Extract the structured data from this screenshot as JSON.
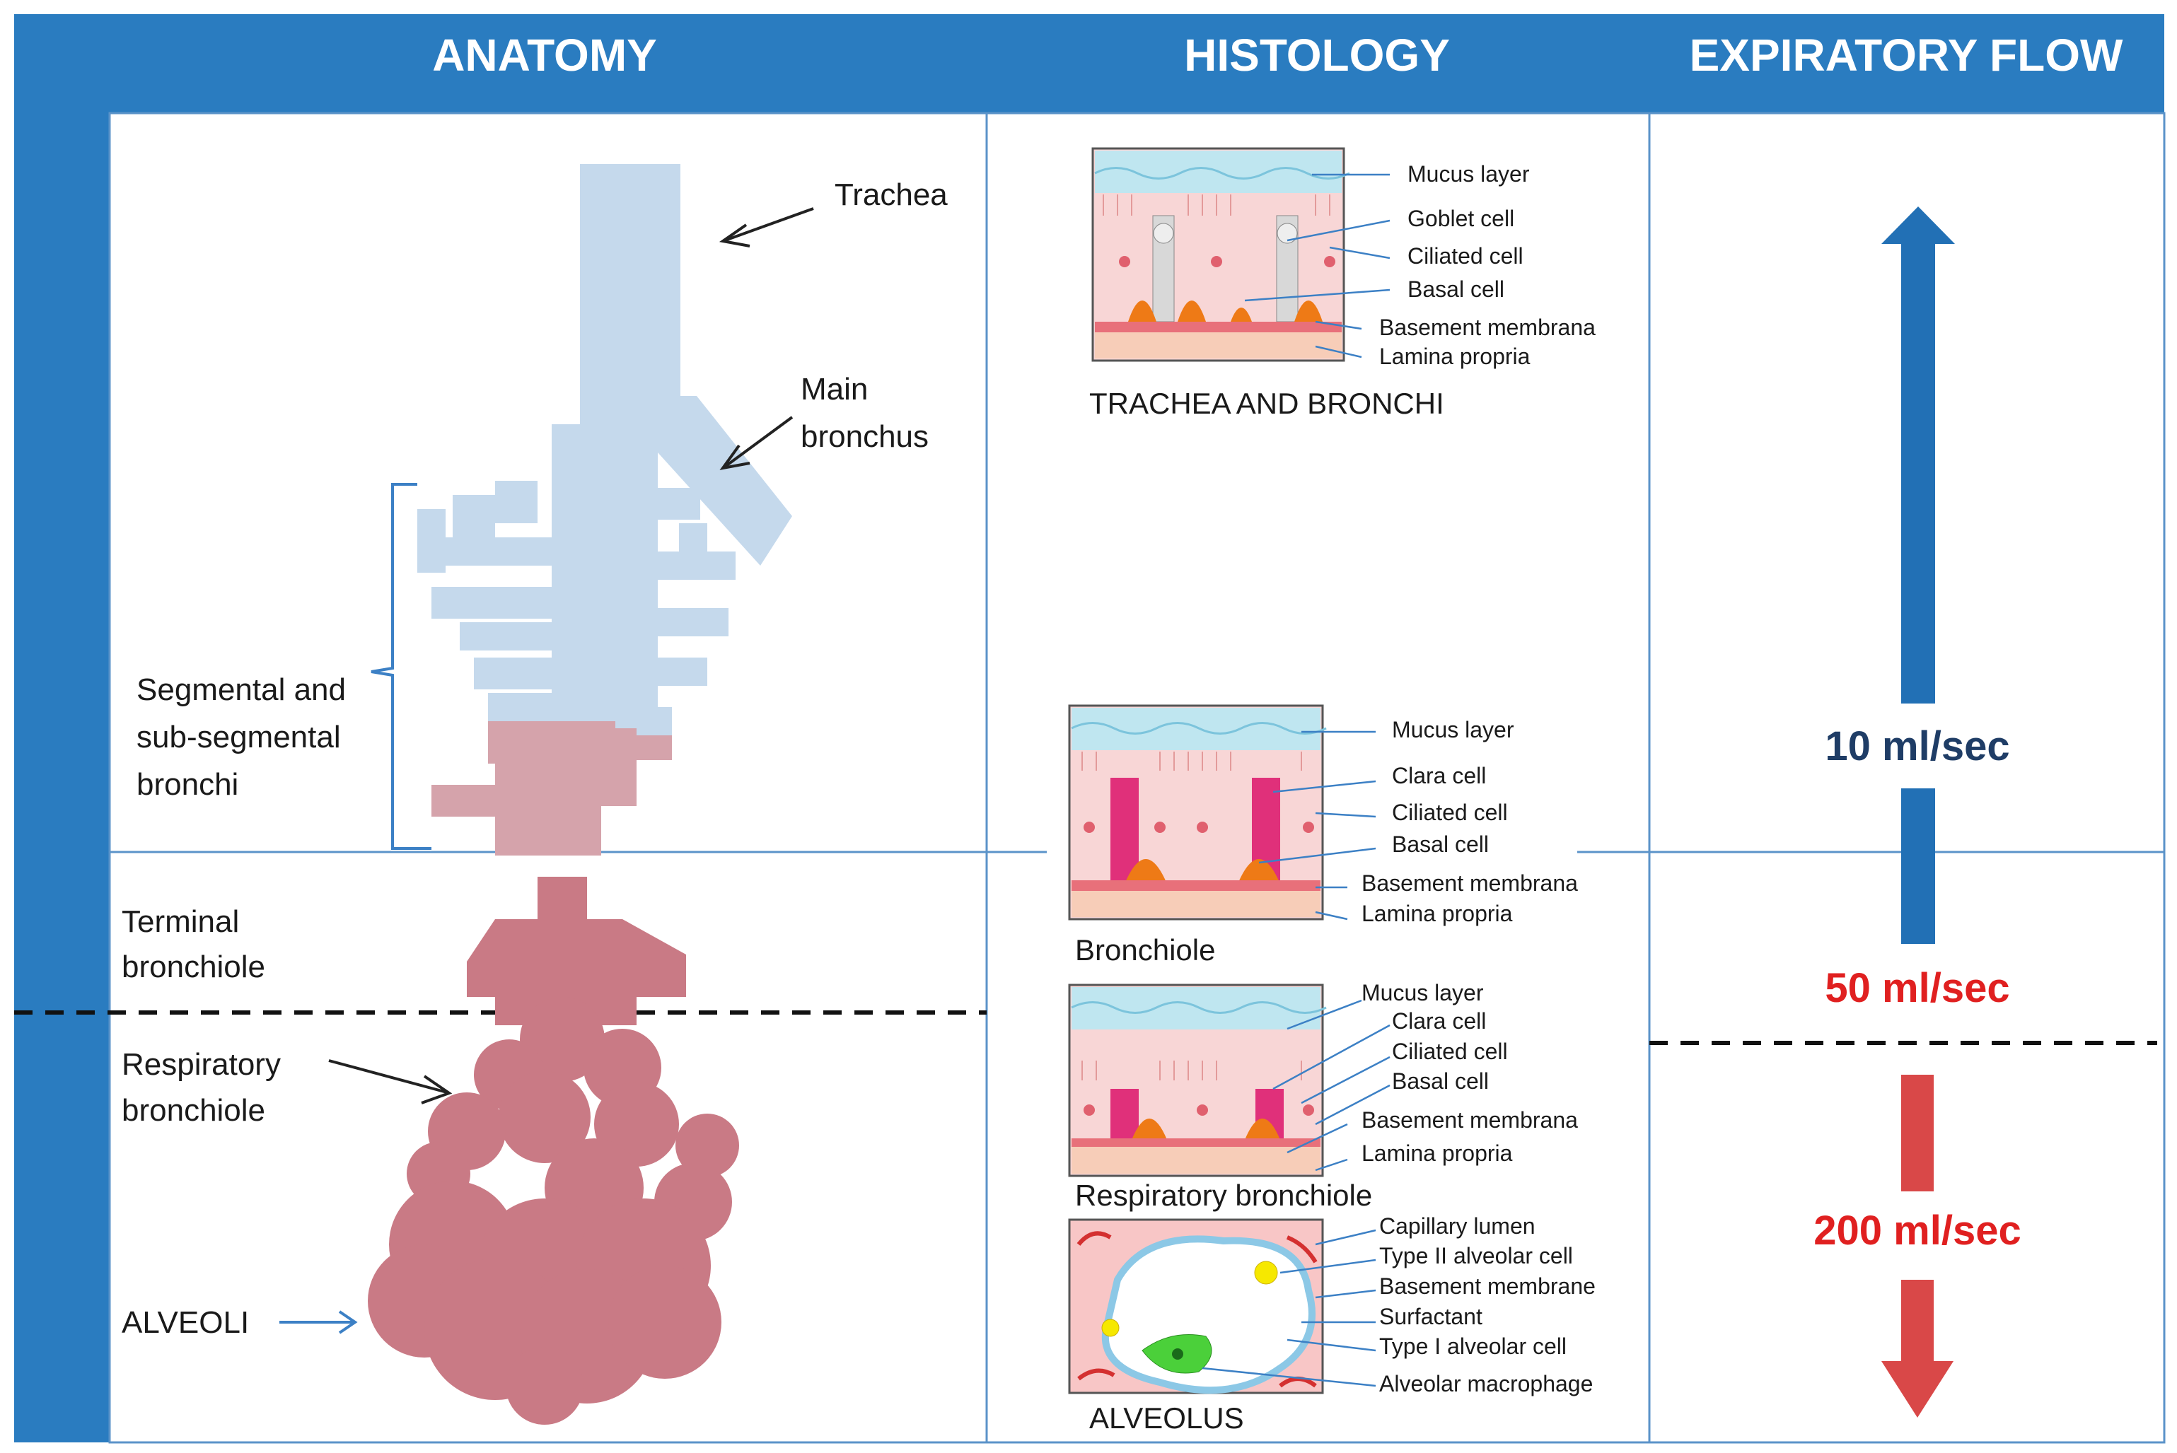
{
  "headers": {
    "anatomy": "ANATOMY",
    "histology": "HISTOLOGY",
    "flow": "EXPIRATORY FLOW"
  },
  "anatomy": {
    "trachea": "Trachea",
    "main_bronchus_1": "Main",
    "main_bronchus_2": "bronchus",
    "segmental_1": "Segmental and",
    "segmental_2": "sub-segmental",
    "segmental_3": "bronchi",
    "terminal_1": "Terminal",
    "terminal_2": "bronchiole",
    "respiratory_1": "Respiratory",
    "respiratory_2": "bronchiole",
    "alveoli": "ALVEOLI"
  },
  "histology": {
    "trachea": {
      "title": "TRACHEA AND BRONCHI",
      "labels": [
        "Mucus layer",
        "Goblet cell",
        "Ciliated cell",
        "Basal cell",
        "Basement membrana",
        "Lamina propria"
      ]
    },
    "bronchiole": {
      "title": "Bronchiole",
      "labels": [
        "Mucus layer",
        "Clara cell",
        "Ciliated cell",
        "Basal cell",
        "Basement membrana",
        "Lamina propria"
      ]
    },
    "respiratory": {
      "title": "Respiratory bronchiole",
      "labels": [
        "Mucus layer",
        "Clara cell",
        "Ciliated cell",
        "Basal cell",
        "Basement membrana",
        "Lamina propria"
      ]
    },
    "alveolus": {
      "title": "ALVEOLUS",
      "labels": [
        "Capillary lumen",
        "Type II alveolar cell",
        "Basement membrane",
        "Surfactant",
        "Type I alveolar cell",
        "Alveolar macrophage"
      ]
    }
  },
  "flow": {
    "top": "10 ml/sec",
    "mid": "50 ml/sec",
    "bottom": "200 ml/sec"
  },
  "colors": {
    "header_blue": "#2a7cc0",
    "airway_light": "#c5d9ec",
    "airway_pink": "#c97a85",
    "flow_blue": "#2270b5",
    "flow_red": "#d94848",
    "mid_text": "#e02020",
    "top_text": "#1f3d66"
  }
}
